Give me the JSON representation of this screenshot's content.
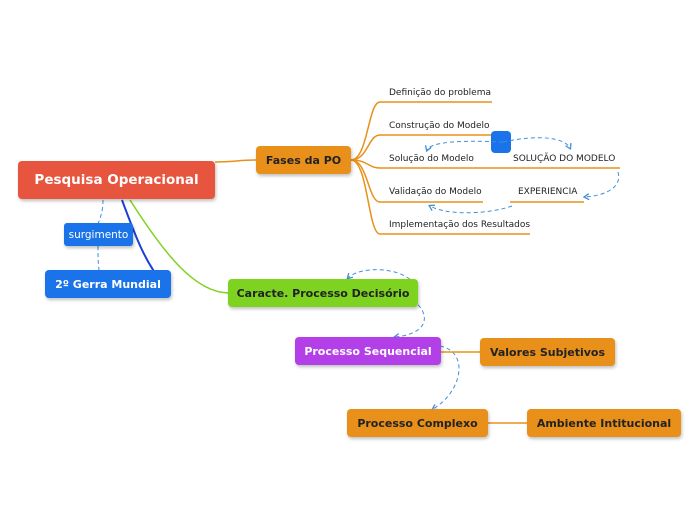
{
  "colors": {
    "root": "#e8553f",
    "orange": "#e8901a",
    "orange_dark": "#d97e0b",
    "blue": "#2f7be8",
    "green": "#7ed320",
    "purple": "#b23fe8",
    "dashed": "#3f8fd9"
  },
  "root": {
    "label": "Pesquisa Operacional"
  },
  "relation": {
    "label": "surgimento"
  },
  "origin": {
    "label": "2º Gerra Mundial"
  },
  "phases": {
    "label": "Fases da PO",
    "items": [
      "Definição do problema",
      "Construção do Modelo",
      "Solução do Modelo",
      "Validação do Modelo",
      "Implementação dos Resultados"
    ],
    "solution_label": "SOLUÇÃO DO MODELO",
    "experience_label": "EXPERIENCIA"
  },
  "decision": {
    "label": "Caracte. Processo Decisório"
  },
  "sequential": {
    "label": "Processo Sequencial"
  },
  "subjective": {
    "label": "Valores Subjetivos"
  },
  "complex": {
    "label": "Processo Complexo"
  },
  "environment": {
    "label": "Ambiente Intitucional"
  }
}
